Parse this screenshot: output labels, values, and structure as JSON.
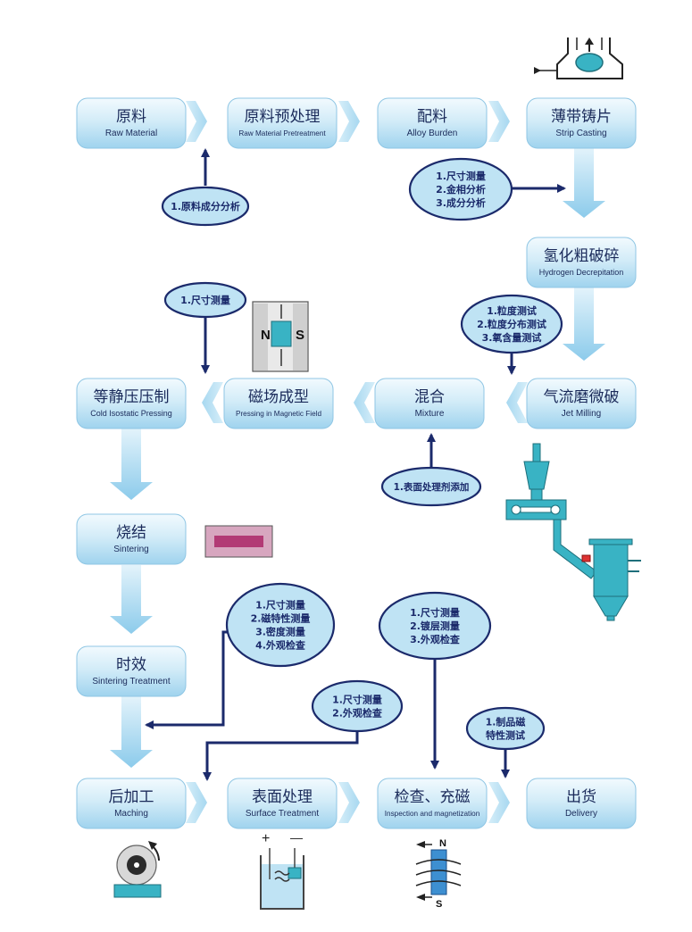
{
  "colors": {
    "box_top": "#eaf6fc",
    "box_bottom": "#9fd3ee",
    "box_stroke": "#8fc6e4",
    "bubble_fill": "#bfe3f4",
    "bubble_stroke": "#1b2a6b",
    "arrow_dark": "#1b2a6b",
    "text": "#1a2a5a",
    "teal": "#39b3c4",
    "magnet_pink": "#c24a8a"
  },
  "steps": {
    "raw_material": {
      "zh": "原料",
      "en": "Raw Material"
    },
    "pretreatment": {
      "zh": "原料预处理",
      "en": "Raw Material Pretreatment"
    },
    "alloy_burden": {
      "zh": "配料",
      "en": "Alloy Burden"
    },
    "strip_casting": {
      "zh": "薄带铸片",
      "en": "Strip Casting"
    },
    "hydrogen": {
      "zh": "氢化粗破碎",
      "en": "Hydrogen Decrepitation"
    },
    "jet_milling": {
      "zh": "气流磨微破",
      "en": "Jet Milling"
    },
    "mixture": {
      "zh": "混合",
      "en": "Mixture"
    },
    "pressing_field": {
      "zh": "磁场成型",
      "en": "Pressing in Magnetic Field"
    },
    "cip": {
      "zh": "等静压压制",
      "en": "Cold Isostatic Pressing"
    },
    "sintering": {
      "zh": "烧结",
      "en": "Sintering"
    },
    "aging": {
      "zh": "时效",
      "en": "Sintering Treatment"
    },
    "machining": {
      "zh": "后加工",
      "en": "Maching"
    },
    "surface": {
      "zh": "表面处理",
      "en": "Surface  Treatment"
    },
    "inspection": {
      "zh": "检查、充磁",
      "en": "Inspection and magnetization"
    },
    "delivery": {
      "zh": "出货",
      "en": "Delivery"
    }
  },
  "bubbles": {
    "raw_analysis": [
      "1.原料成分分析"
    ],
    "alloy_tests": [
      "1.尺寸测量",
      "2.金相分析",
      "3.成分分析"
    ],
    "size_1": [
      "1.尺寸测量"
    ],
    "powder_tests": [
      "1.粒度测试",
      "2.粒度分布测试",
      "3.氧含量测试"
    ],
    "additive": [
      "1.表面处理剂添加"
    ],
    "sinter_tests": [
      "1.尺寸测量",
      "2.磁特性测量",
      "3.密度测量",
      "4.外观检查"
    ],
    "coating_tests": [
      "1.尺寸测量",
      "2.镀层测量",
      "3.外观检查"
    ],
    "machining_tests": [
      "1.尺寸测量",
      "2.外观检查"
    ],
    "product_tests": [
      "1.制品磁",
      "特性测试"
    ]
  },
  "icons": {
    "pole_n": "N",
    "pole_s": "S",
    "plus": "+",
    "minus": "—"
  }
}
